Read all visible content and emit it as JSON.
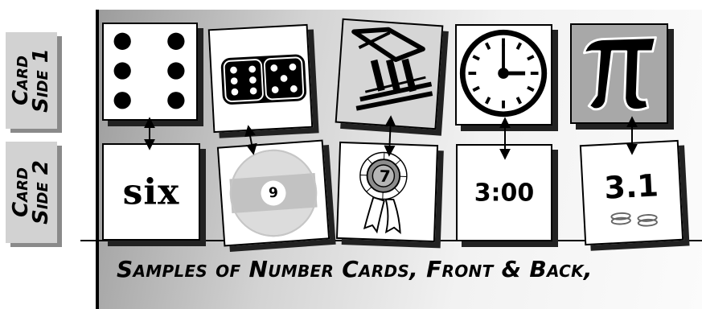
{
  "side_labels": {
    "side1": {
      "line1": "Card",
      "line2": "Side 1"
    },
    "side2": {
      "line1": "Card",
      "line2": "Side 2"
    }
  },
  "cards": [
    {
      "id": 1,
      "front_picture": "six-dice-pips",
      "back_text": "six"
    },
    {
      "id": 2,
      "front_picture": "pair-of-dice",
      "back_picture": "pool-ball",
      "back_text": "9"
    },
    {
      "id": 3,
      "front_picture": "classical-building",
      "back_picture": "award-rosette",
      "back_text": "7"
    },
    {
      "id": 4,
      "front_picture": "clock-face",
      "back_text": "3:00"
    },
    {
      "id": 5,
      "front_picture": "pi-symbol",
      "front_text": "π",
      "back_text": "3.1"
    }
  ],
  "caption": "Samples of Number Cards, Front & Back,",
  "colors": {
    "ink": "#000000",
    "tab": "#d2d2d2",
    "shadow": "#222222"
  }
}
